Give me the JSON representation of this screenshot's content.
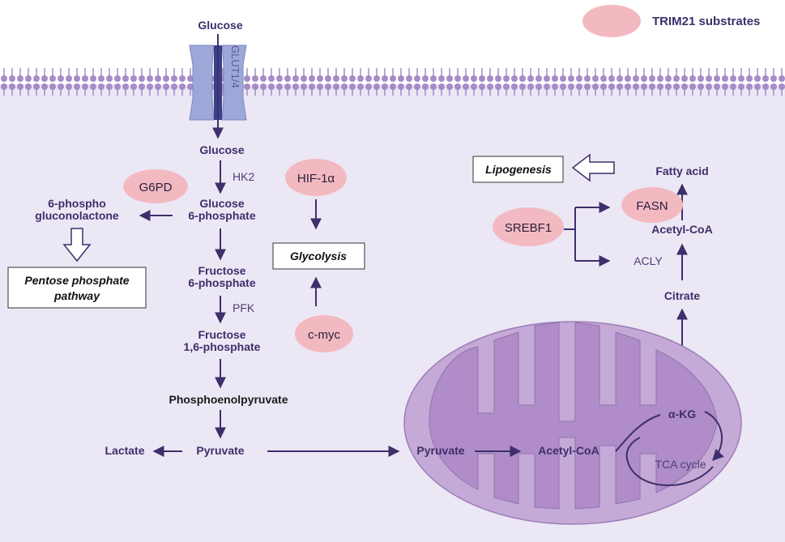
{
  "legend": {
    "label": "TRIM21 substrates"
  },
  "transporter": {
    "label": "GLUT1/4"
  },
  "glycolysis_path": {
    "glucose_out": "Glucose",
    "glucose_in": "Glucose",
    "hk2": "HK2",
    "g6p_line1": "Glucose",
    "g6p_line2": "6-phosphate",
    "f6p_line1": "Fructose",
    "f6p_line2": "6-phosphate",
    "pfk": "PFK",
    "f16p_line1": "Fructose",
    "f16p_line2": "1,6-phosphate",
    "pep": "Phosphoenolpyruvate",
    "pyruvate": "Pyruvate",
    "lactate": "Lactate"
  },
  "ppp": {
    "g6pd": "G6PD",
    "pgl_line1": "6-phospho",
    "pgl_line2": "gluconolactone",
    "box_line1": "Pentose phosphate",
    "box_line2": "pathway"
  },
  "regulators": {
    "hif": "HIF-1α",
    "cmyc": "c-myc",
    "glycolysis_box": "Glycolysis"
  },
  "lipo": {
    "box": "Lipogenesis",
    "fatty_acid": "Fatty acid",
    "fasn": "FASN",
    "srebf1": "SREBF1",
    "acetyl_coa": "Acetyl-CoA",
    "acly": "ACLY",
    "citrate": "Citrate"
  },
  "mito": {
    "pyruvate": "Pyruvate",
    "acetyl_coa": "Acetyl-CoA",
    "akg": "α-KG",
    "tca": "TCA cycle"
  },
  "colors": {
    "membrane": "#b9a5d3",
    "cytoplasm": "#ece7f5",
    "mitochondria": "#c5a9d6",
    "substrate": "#f3b9c1",
    "arrow": "#3d2f6a"
  }
}
